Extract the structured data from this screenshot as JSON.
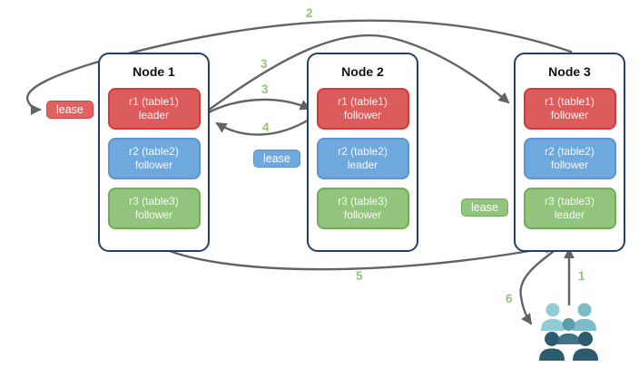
{
  "palette": {
    "red_fill": "#dc5c5c",
    "red_border": "#d23939",
    "blue_fill": "#6fa8dc",
    "blue_border": "#5d95cf",
    "green_fill": "#93c47d",
    "green_border": "#6fae53",
    "node_border": "#22406b",
    "arrow_color": "#636363",
    "step_number_color": "#93c47d",
    "users_light": "#8fccd3",
    "users_light2": "#7cbcc6",
    "users_mid": "#5b9dab",
    "users_middark": "#3f7488",
    "users_dark": "#2d5b6e"
  },
  "nodes": [
    {
      "title": "Node 1",
      "replicas": [
        {
          "name": "r1 (table1)",
          "role": "leader",
          "table_color": "red"
        },
        {
          "name": "r2 (table2)",
          "role": "follower",
          "table_color": "blue"
        },
        {
          "name": "r3 (table3)",
          "role": "follower",
          "table_color": "green"
        }
      ]
    },
    {
      "title": "Node 2",
      "replicas": [
        {
          "name": "r1 (table1)",
          "role": "follower",
          "table_color": "red"
        },
        {
          "name": "r2 (table2)",
          "role": "leader",
          "table_color": "blue"
        },
        {
          "name": "r3 (table3)",
          "role": "follower",
          "table_color": "green"
        }
      ]
    },
    {
      "title": "Node 3",
      "replicas": [
        {
          "name": "r1 (table1)",
          "role": "follower",
          "table_color": "red"
        },
        {
          "name": "r2 (table2)",
          "role": "follower",
          "table_color": "blue"
        },
        {
          "name": "r3 (table3)",
          "role": "leader",
          "table_color": "green"
        }
      ]
    }
  ],
  "leases": {
    "red": "lease",
    "blue": "lease",
    "green": "lease"
  },
  "steps": {
    "s1": "1",
    "s2": "2",
    "s3a": "3",
    "s3b": "3",
    "s4": "4",
    "s5": "5",
    "s6": "6"
  },
  "icons": {
    "users_group": "users-group-icon"
  }
}
